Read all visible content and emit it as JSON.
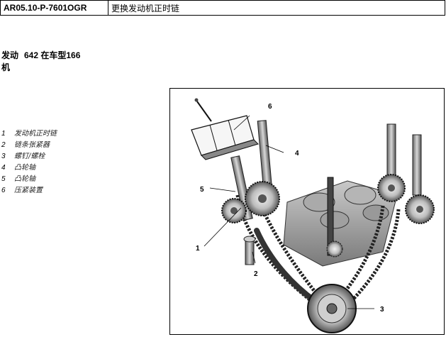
{
  "header": {
    "doc_code": "AR05.10-P-7601OGR",
    "doc_title": "更换发动机正时链"
  },
  "engine": {
    "label": "发动机",
    "value": "642 在车型166"
  },
  "legend": {
    "items": [
      {
        "num": "1",
        "text": "发动机正时链"
      },
      {
        "num": "2",
        "text": "链条张紧器"
      },
      {
        "num": "3",
        "text": "螺钉/螺栓"
      },
      {
        "num": "4",
        "text": "凸轮轴"
      },
      {
        "num": "5",
        "text": "凸轮轴"
      },
      {
        "num": "6",
        "text": "压紧装置"
      }
    ]
  },
  "figure": {
    "callouts": [
      "1",
      "2",
      "3",
      "4",
      "5",
      "6"
    ]
  }
}
